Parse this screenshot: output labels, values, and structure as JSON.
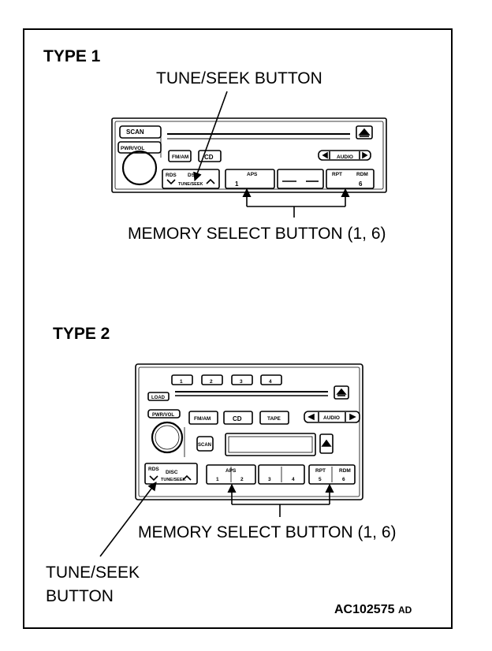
{
  "type1": {
    "title": "TYPE 1",
    "callout_top": "TUNE/SEEK BUTTON",
    "callout_bottom": "MEMORY SELECT BUTTON (1, 6)",
    "buttons": {
      "scan": "SCAN",
      "pwr_vol": "PWR/VOL",
      "fm_am": "FM/AM",
      "cd": "CD",
      "audio": "AUDIO",
      "rds": "RDS",
      "dsp": "DSP",
      "tune_seek": "TUNE/SEEK",
      "aps": "APS",
      "rpt": "RPT",
      "rdm": "RDM",
      "preset_1": "1",
      "preset_6": "6"
    }
  },
  "type2": {
    "title": "TYPE 2",
    "callout_bottom": "MEMORY SELECT BUTTON (1, 6)",
    "callout_left_line1": "TUNE/SEEK",
    "callout_left_line2": "BUTTON",
    "buttons": {
      "top_presets": [
        "1",
        "2",
        "3",
        "4"
      ],
      "load": "LOAD",
      "pwr_vol": "PWR/VOL",
      "fm_am": "FM/AM",
      "cd": "CD",
      "tape": "TAPE",
      "audio": "AUDIO",
      "scan": "SCAN",
      "rds": "RDS",
      "disc": "DISC",
      "tune_seek": "TUNE/SEEK",
      "aps": "APS",
      "rpt": "RPT",
      "rdm": "RDM",
      "presets": [
        "1",
        "2",
        "3",
        "4",
        "5",
        "6"
      ]
    }
  },
  "footer": {
    "code": "AC102575",
    "suffix": "AD"
  }
}
